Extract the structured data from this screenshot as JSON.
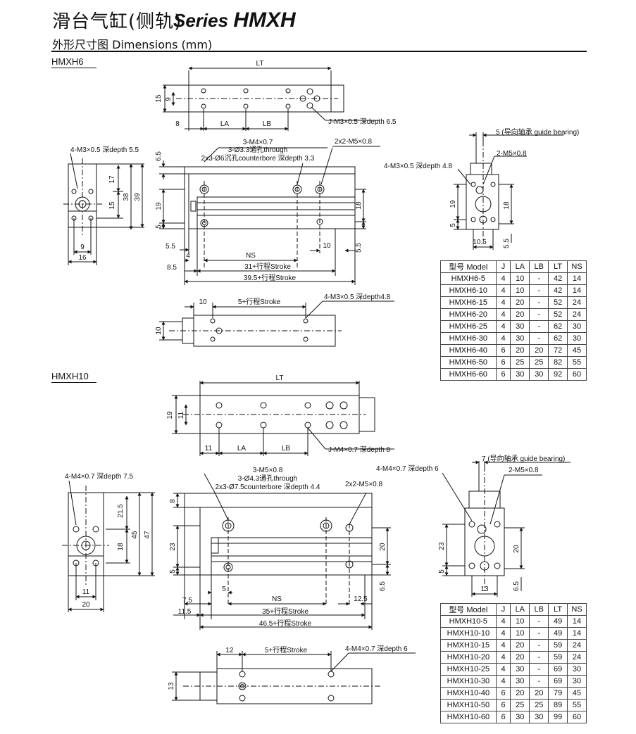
{
  "header": {
    "title_cn": "滑台气缸(侧轨)",
    "title_series": "Series",
    "title_model": "HMXH",
    "subtitle": "外形尺寸图 Dimensions (mm)"
  },
  "hmxh6": {
    "label": "HMXH6",
    "top": {
      "lt": "LT",
      "d15": "15",
      "d9": "9",
      "d8": "8",
      "la": "LA",
      "lb": "LB",
      "thread": "J-M3×0.5 深depth 6.5"
    },
    "side": {
      "t1": "4-M3×0.5 深depth 5.5",
      "d17": "17",
      "d38": "38",
      "d39": "39",
      "d15": "15",
      "d9": "9",
      "d16": "16"
    },
    "front": {
      "n1": "3-M4×0.7",
      "n2": "3-Ø3.3通孔through",
      "n3": "2x3-Ø6沉孔counterbore 深depth 3.3",
      "n4": "2x2-M5×0.8",
      "d65": "6.5",
      "d19": "19",
      "d5": "5",
      "d55a": "5.5",
      "d4": "4",
      "ns": "NS",
      "d10": "10",
      "d18": "18",
      "d55b": "5.5",
      "d85": "8.5",
      "s31": "31+行程Stroke",
      "s395": "39.5+行程Stroke"
    },
    "bottom": {
      "d10": "10",
      "s5": "5+行程Stroke",
      "t": "4-M3×0.5 深depth4.8",
      "h10": "10"
    },
    "end": {
      "t1": "5 (导向轴承 guide bearing)",
      "t2": "2-M5×0.8",
      "t3": "4-M3×0.5 深depth 4.8",
      "d19": "19",
      "d5": "5",
      "d18": "18",
      "d105": "10.5",
      "d55": "5.5"
    },
    "table": {
      "headers": [
        "型号 Model",
        "J",
        "LA",
        "LB",
        "LT",
        "NS"
      ],
      "rows": [
        [
          "HMXH6-5",
          "4",
          "10",
          "-",
          "42",
          "14"
        ],
        [
          "HMXH6-10",
          "4",
          "10",
          "-",
          "42",
          "14"
        ],
        [
          "HMXH6-15",
          "4",
          "20",
          "-",
          "52",
          "24"
        ],
        [
          "HMXH6-20",
          "4",
          "20",
          "-",
          "52",
          "24"
        ],
        [
          "HMXH6-25",
          "4",
          "30",
          "-",
          "62",
          "30"
        ],
        [
          "HMXH6-30",
          "4",
          "30",
          "-",
          "62",
          "30"
        ],
        [
          "HMXH6-40",
          "6",
          "20",
          "20",
          "72",
          "45"
        ],
        [
          "HMXH6-50",
          "6",
          "25",
          "25",
          "82",
          "55"
        ],
        [
          "HMXH6-60",
          "6",
          "30",
          "30",
          "92",
          "60"
        ]
      ]
    }
  },
  "hmxh10": {
    "label": "HMXH10",
    "top": {
      "lt": "LT",
      "d19": "19",
      "d11": "11",
      "d11b": "11",
      "la": "LA",
      "lb": "LB",
      "thread": "J-M4×0.7 深depth 8"
    },
    "side": {
      "t1": "4-M4×0.7 深depth 7.5",
      "d215": "21.5",
      "d45": "45",
      "d47": "47",
      "d18": "18",
      "d11": "11",
      "d20": "20"
    },
    "front": {
      "n1": "3-M5×0.8",
      "n2": "3-Ø4.3通孔through",
      "n3": "2x3-Ø7.5counterbore 深depth 4.4",
      "n4": "2x2-M5×0.8",
      "d8": "8",
      "d23": "23",
      "d5": "5",
      "d75": "7.5",
      "d5b": "5",
      "ns": "NS",
      "d125": "12.5",
      "d20": "20",
      "d65": "6.5",
      "d115": "11.5",
      "s35": "35+行程Stroke",
      "s465": "46.5+行程Stroke"
    },
    "bottom": {
      "d12": "12",
      "s5": "5+行程Stroke",
      "t": "4-M4×0.7 深depth 6",
      "h13": "13"
    },
    "end": {
      "t1": "7 (导向轴承 guide bearing)",
      "t2": "2-M5×0.8",
      "t3": "4-M4×0.7 深depth 6",
      "d23": "23",
      "d5": "5",
      "d20": "20",
      "d13": "13",
      "d65": "6.5"
    },
    "table": {
      "headers": [
        "型号 Model",
        "J",
        "LA",
        "LB",
        "LT",
        "NS"
      ],
      "rows": [
        [
          "HMXH10-5",
          "4",
          "10",
          "-",
          "49",
          "14"
        ],
        [
          "HMXH10-10",
          "4",
          "10",
          "-",
          "49",
          "14"
        ],
        [
          "HMXH10-15",
          "4",
          "20",
          "-",
          "59",
          "24"
        ],
        [
          "HMXH10-20",
          "4",
          "20",
          "-",
          "59",
          "24"
        ],
        [
          "HMXH10-25",
          "4",
          "30",
          "-",
          "69",
          "30"
        ],
        [
          "HMXH10-30",
          "4",
          "30",
          "-",
          "69",
          "30"
        ],
        [
          "HMXH10-40",
          "6",
          "20",
          "20",
          "79",
          "45"
        ],
        [
          "HMXH10-50",
          "6",
          "25",
          "25",
          "89",
          "55"
        ],
        [
          "HMXH10-60",
          "6",
          "30",
          "30",
          "99",
          "60"
        ]
      ]
    }
  }
}
